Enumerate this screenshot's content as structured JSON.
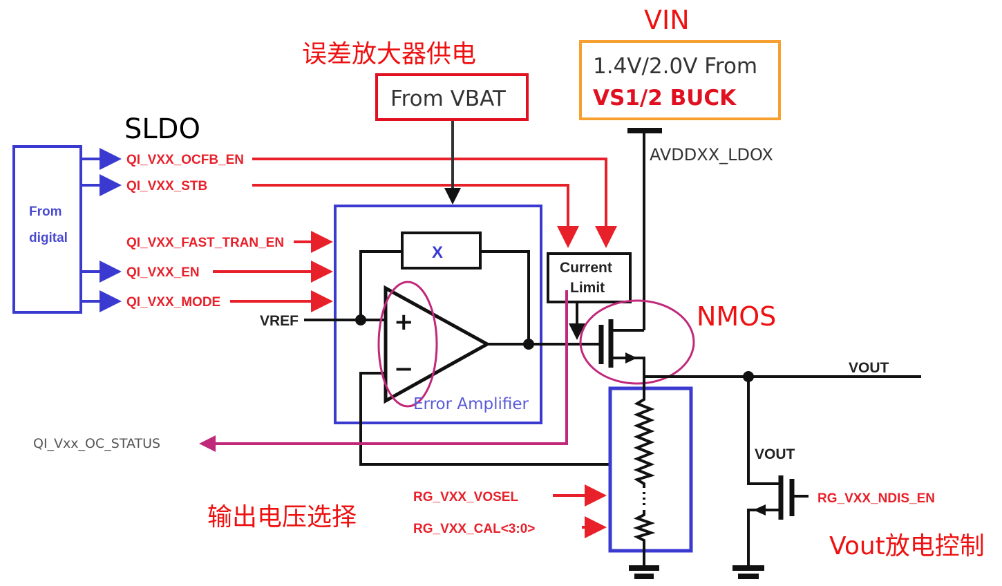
{
  "colors": {
    "signal_red": "#e8202a",
    "block_blue": "#3a3ad0",
    "highlight_magenta": "#c0287a",
    "vin_orange": "#f5a030",
    "wire": "#111111"
  },
  "labels": {
    "title_sldo": "SLDO",
    "from_digital_1": "From",
    "from_digital_2": "digital",
    "ea_supply_cn": "误差放大器供电",
    "from_vbat": "From VBAT",
    "vin": "VIN",
    "vin_box_line1": "1.4V/2.0V From",
    "vin_box_line2": "VS1/2 BUCK",
    "avdd": "AVDDXX_LDOX",
    "x_block": "X",
    "vref": "VREF",
    "plus": "+",
    "minus": "−",
    "error_amp": "Error Amplifier",
    "current_limit_1": "Current",
    "current_limit_2": "Limit",
    "nmos": "NMOS",
    "vout_main": "VOUT",
    "vout_dis": "VOUT",
    "oc_status": "QI_Vxx_OC_STATUS",
    "vosel_cn": "输出电压选择",
    "vosel": "RG_VXX_VOSEL",
    "cal": "RG_VXX_CAL<3:0>",
    "ndis": "RG_VXX_NDIS_EN",
    "discharge_cn": "Vout放电控制"
  },
  "digital_signals": [
    "QI_VXX_OCFB_EN",
    "QI_VXX_STB",
    "QI_VXX_FAST_TRAN_EN",
    "QI_VXX_EN",
    "QI_VXX_MODE"
  ]
}
